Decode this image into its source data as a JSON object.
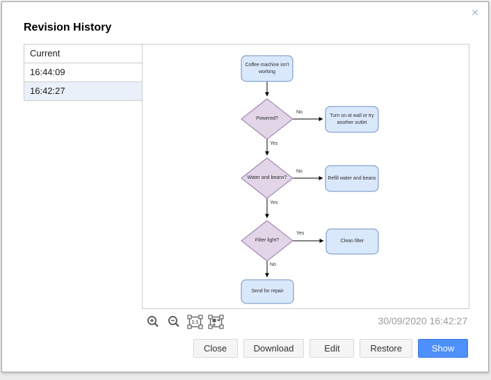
{
  "dialog": {
    "title": "Revision History",
    "close_icon_glyph": "✕"
  },
  "revision_list": {
    "items": [
      {
        "label": "Current",
        "selected": false
      },
      {
        "label": "16:44:09",
        "selected": false
      },
      {
        "label": "16:42:27",
        "selected": true
      }
    ]
  },
  "preview": {
    "timestamp": "30/09/2020 16:42:27",
    "toolbar": {
      "zoom_in_icon": "magnifier-plus",
      "zoom_out_icon": "magnifier-minus",
      "actual_size_label": "1:1",
      "fit_page_icon": "fit-page"
    }
  },
  "flowchart": {
    "nodes": [
      {
        "id": "start",
        "shape": "rounded-rect",
        "label": "Coffee machine isn't working",
        "fill": "#dae8fc",
        "stroke": "#6c8ebf"
      },
      {
        "id": "powered",
        "shape": "diamond",
        "label": "Powered?",
        "fill": "#e1d5e7",
        "stroke": "#9673a6"
      },
      {
        "id": "turn-on",
        "shape": "rounded-rect",
        "label": "Turn on at wall or try another outlet",
        "fill": "#dae8fc",
        "stroke": "#6c8ebf"
      },
      {
        "id": "water-beans",
        "shape": "diamond",
        "label": "Water and beans?",
        "fill": "#e1d5e7",
        "stroke": "#9673a6"
      },
      {
        "id": "refill",
        "shape": "rounded-rect",
        "label": "Refill water and beans",
        "fill": "#dae8fc",
        "stroke": "#6c8ebf"
      },
      {
        "id": "filter-light",
        "shape": "diamond",
        "label": "Filter light?",
        "fill": "#e1d5e7",
        "stroke": "#9673a6"
      },
      {
        "id": "clean-filter",
        "shape": "rounded-rect",
        "label": "Clean filter",
        "fill": "#dae8fc",
        "stroke": "#6c8ebf"
      },
      {
        "id": "send-repair",
        "shape": "rounded-rect",
        "label": "Send for repair",
        "fill": "#dae8fc",
        "stroke": "#6c8ebf"
      }
    ],
    "edges": [
      {
        "from": "start",
        "to": "powered",
        "label": ""
      },
      {
        "from": "powered",
        "to": "turn-on",
        "label": "No"
      },
      {
        "from": "powered",
        "to": "water-beans",
        "label": "Yes"
      },
      {
        "from": "water-beans",
        "to": "refill",
        "label": "No"
      },
      {
        "from": "water-beans",
        "to": "filter-light",
        "label": "Yes"
      },
      {
        "from": "filter-light",
        "to": "clean-filter",
        "label": "Yes"
      },
      {
        "from": "filter-light",
        "to": "send-repair",
        "label": "No"
      }
    ]
  },
  "buttons": {
    "close": "Close",
    "download": "Download",
    "edit": "Edit",
    "restore": "Restore",
    "show": "Show"
  },
  "colors": {
    "primary_button": "#4d90fe",
    "selected_row_bg": "#e9f0fa",
    "pane_border": "#cccccc",
    "timestamp_text": "#9b9b9b",
    "blue_node_fill": "#dae8fc",
    "blue_node_stroke": "#6c8ebf",
    "purple_node_fill": "#e1d5e7",
    "purple_node_stroke": "#9673a6"
  }
}
